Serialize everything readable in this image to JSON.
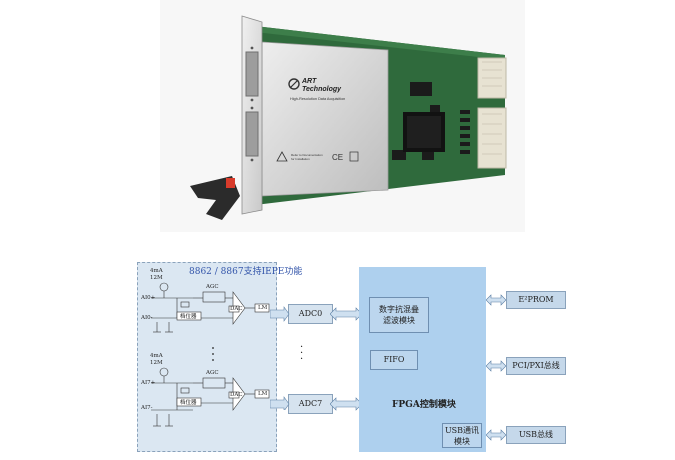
{
  "diagram": {
    "front_end_title": "8862 / 8867支持IEPE功能",
    "channel0": {
      "current_source": "4mA",
      "current_unit": "12M",
      "pos_input": "AI0+",
      "neg_input": "AI0-",
      "agc_label": "AGC",
      "range_box": "档位器",
      "amp_label": "DAC",
      "filter_label": "LM"
    },
    "channel7": {
      "current_source": "4mA",
      "current_unit": "12M",
      "pos_input": "AI7+",
      "neg_input": "AI7-",
      "agc_label": "AGC",
      "range_box": "档位器",
      "amp_label": "DAC",
      "filter_label": "LM"
    },
    "adc0": "ADC0",
    "adc7": "ADC7",
    "fpga_title": "FPGA控制模块",
    "filter_module": [
      "数字抗混叠",
      "滤波模块"
    ],
    "fifo": "FIFO",
    "usb_comm": [
      "USB通讯",
      "模块"
    ],
    "eeprom": "E²PROM",
    "pci_bus": "PCI/PXI总线",
    "usb_bus": "USB总线"
  },
  "product": {
    "brand": [
      "ART",
      "Technology"
    ],
    "tagline": "High-Resolution Data Acquisition",
    "caution_note": [
      "Refer to Documentation",
      "for Installation"
    ]
  },
  "colors": {
    "pcb_green": "#2f6a3c",
    "fpga_blue": "#aed0ee",
    "front_end_blue": "#dbe7f2"
  }
}
